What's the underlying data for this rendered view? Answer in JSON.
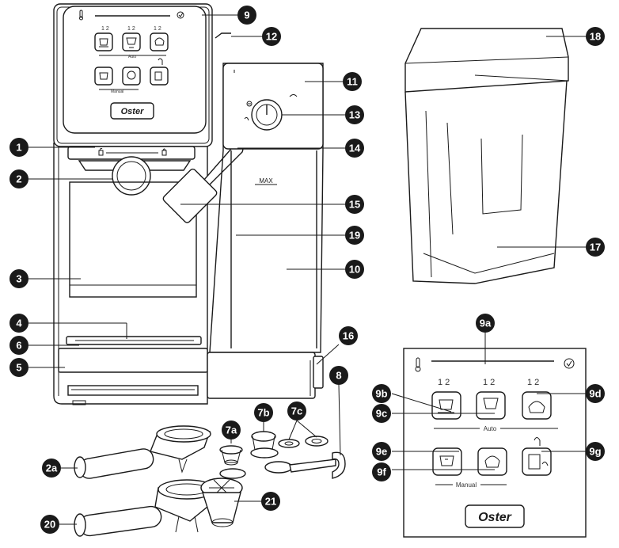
{
  "colors": {
    "badge": "#1a1a1a",
    "line": "#1a1a1a",
    "panel": "#ffffff"
  },
  "machine": {
    "max_label": "MAX",
    "panel_counter_1": "1 2",
    "panel_counter_2": "1 2",
    "panel_counter_3": "1 2",
    "panel_auto_label": "Auto",
    "panel_manual_label": "Manual",
    "logo_text": "Oster"
  },
  "detail_panel": {
    "counter_1": "1  2",
    "counter_2": "1  2",
    "counter_3": "1  2",
    "auto_label": "Auto",
    "manual_label": "Manual",
    "logo_text": "Oster"
  },
  "icons": [
    "thermometer-icon",
    "check-circle-icon",
    "single-cup-icon",
    "tall-glass-icon",
    "cappuccino-icon",
    "manual-espresso-icon",
    "manual-milk-icon",
    "clean-descale-icon",
    "lock-icon",
    "unlock-icon",
    "hand-icon"
  ],
  "callouts": {
    "c1": "1",
    "c2": "2",
    "c2a": "2a",
    "c3": "3",
    "c4": "4",
    "c5": "5",
    "c6": "6",
    "c7a": "7a",
    "c7b": "7b",
    "c7c": "7c",
    "c8": "8",
    "c9": "9",
    "c9a": "9a",
    "c9b": "9b",
    "c9c": "9c",
    "c9d": "9d",
    "c9e": "9e",
    "c9f": "9f",
    "c9g": "9g",
    "c10": "10",
    "c11": "11",
    "c12": "12",
    "c13": "13",
    "c14": "14",
    "c15": "15",
    "c16": "16",
    "c17": "17",
    "c18": "18",
    "c19": "19",
    "c20": "20",
    "c21": "21"
  }
}
